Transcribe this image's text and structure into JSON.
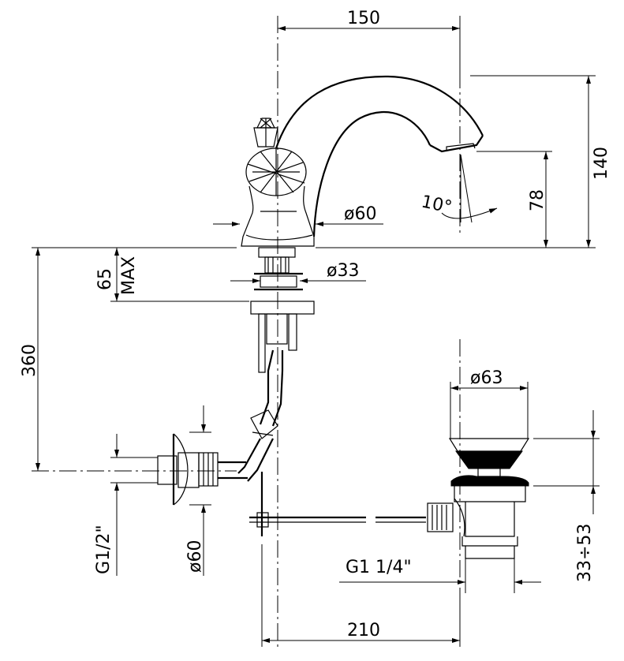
{
  "dimensions": {
    "width_150": "150",
    "height_140": "140",
    "height_78": "78",
    "angle_10": "10°",
    "dia_60_top": "ø60",
    "dia_33": "ø33",
    "thick_65": "65",
    "thick_max": "MAX",
    "height_360": "360",
    "dia_63": "ø63",
    "range_33_53": "33÷53",
    "thread_g1_2": "G1/2\"",
    "dia_60_side": "ø60",
    "thread_g1_14": "G1  1/4\"",
    "width_210": "210"
  }
}
